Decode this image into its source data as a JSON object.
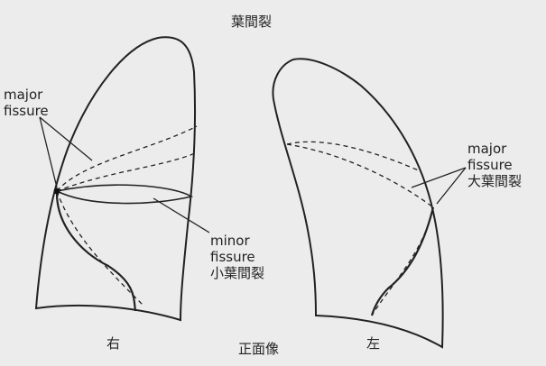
{
  "title": "葉間裂",
  "left_labels": {
    "major_line1": "major",
    "major_line2": "fissure"
  },
  "minor_labels": {
    "line1": "minor",
    "line2": "fissure",
    "jp": "小葉間裂"
  },
  "right_labels": {
    "major_line1": "major",
    "major_line2": "fissure",
    "jp": "大葉間裂"
  },
  "side_right": "右",
  "view": "正面像",
  "side_left": "左"
}
